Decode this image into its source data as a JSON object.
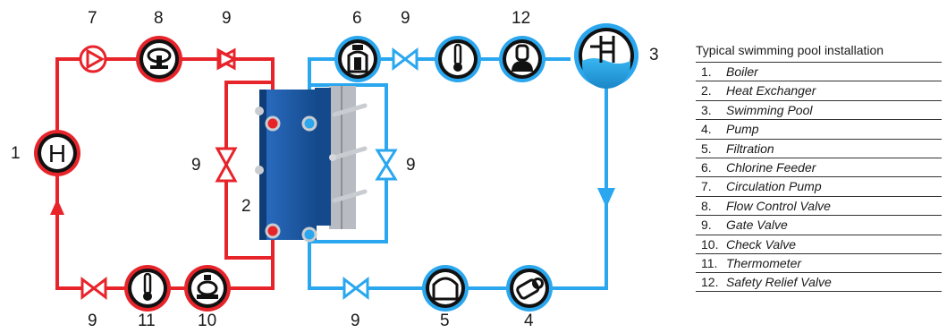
{
  "colors": {
    "hot": "#e8242b",
    "cold": "#2aa7ee",
    "hx_body": "#1c5ba8",
    "icon_ring_outer": "#111111"
  },
  "components": {
    "boiler": {
      "number": "1",
      "icon": "boiler-H-icon",
      "letter": "H"
    },
    "heat_exchanger": {
      "number": "2",
      "icon": "plate-heat-exchanger"
    },
    "pool": {
      "number": "3",
      "icon": "swimming-pool-icon"
    },
    "pump": {
      "number": "4",
      "icon": "pump-icon"
    },
    "filtration": {
      "number": "5",
      "icon": "filter-icon"
    },
    "chlorine_feeder": {
      "number": "6",
      "icon": "chlorine-feeder-icon"
    },
    "circulation_pump": {
      "number": "7",
      "icon": "circulation-pump-icon"
    },
    "flow_control_valve": {
      "number": "8",
      "icon": "flow-control-valve-icon"
    },
    "gate_valve": {
      "number": "9",
      "icon": "gate-valve-icon"
    },
    "check_valve": {
      "number": "10",
      "icon": "check-valve-icon"
    },
    "thermometer": {
      "number": "11",
      "icon": "thermometer-icon"
    },
    "safety_relief_valve": {
      "number": "12",
      "icon": "safety-relief-valve-icon"
    }
  },
  "legend": {
    "title": "Typical swimming pool installation",
    "items": [
      {
        "num": "1.",
        "label": "Boiler"
      },
      {
        "num": "2.",
        "label": "Heat Exchanger"
      },
      {
        "num": "3.",
        "label": "Swimming Pool"
      },
      {
        "num": "4.",
        "label": "Pump"
      },
      {
        "num": "5.",
        "label": "Filtration"
      },
      {
        "num": "6.",
        "label": "Chlorine Feeder"
      },
      {
        "num": "7.",
        "label": "Circulation Pump"
      },
      {
        "num": "8.",
        "label": "Flow Control Valve"
      },
      {
        "num": "9.",
        "label": "Gate Valve"
      },
      {
        "num": "10.",
        "label": "Check Valve"
      },
      {
        "num": "11.",
        "label": "Thermometer"
      },
      {
        "num": "12.",
        "label": "Safety Relief Valve"
      }
    ]
  }
}
